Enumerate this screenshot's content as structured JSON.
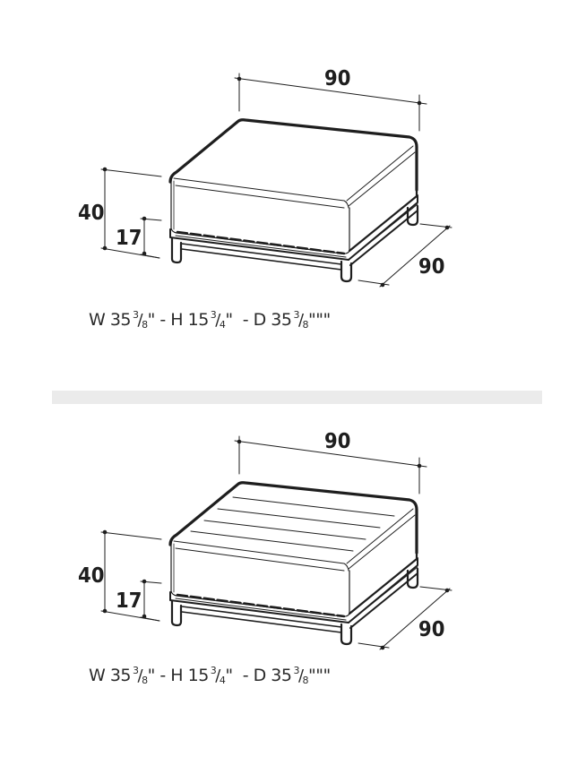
{
  "figures": [
    {
      "id": "ottoman-plain",
      "variant": "plain top cushion",
      "dimensions_cm": {
        "width": "90",
        "depth": "90",
        "height": "40",
        "seat_height": "17"
      },
      "spec": {
        "w_prefix": "W 35",
        "w_num": "3",
        "w_den": "8",
        "w_unit": "\"",
        "sep1": " - ",
        "h_prefix": "H 15",
        "h_num": "3",
        "h_den": "4",
        "h_unit": "\"",
        "sep2": "  - ",
        "d_prefix": "D 35",
        "d_num": "3",
        "d_den": "8",
        "d_unit": "\"\"\""
      }
    },
    {
      "id": "ottoman-channeled",
      "variant": "channel-stitched top cushion",
      "dimensions_cm": {
        "width": "90",
        "depth": "90",
        "height": "40",
        "seat_height": "17"
      },
      "spec": {
        "w_prefix": "W 35",
        "w_num": "3",
        "w_den": "8",
        "w_unit": "\"",
        "sep1": " - ",
        "h_prefix": "H 15",
        "h_num": "3",
        "h_den": "4",
        "h_unit": "\"",
        "sep2": "  - ",
        "d_prefix": "D 35",
        "d_num": "3",
        "d_den": "8",
        "d_unit": "\"\"\""
      }
    }
  ],
  "colors": {
    "line": "#1e1e1e",
    "dim_line": "#2a2a2a",
    "divider": "#ebebeb",
    "background": "#ffffff"
  }
}
